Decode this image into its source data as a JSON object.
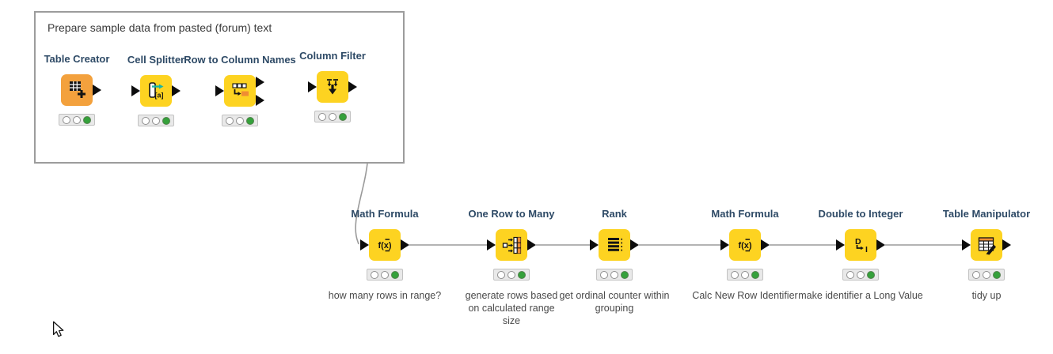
{
  "annotation": {
    "title": "Prepare sample data from pasted (forum) text"
  },
  "nodes": [
    {
      "title": "Table Creator",
      "description": "",
      "icon": "table-creator-icon",
      "status": "executed"
    },
    {
      "title": "Cell Splitter",
      "description": "",
      "icon": "cell-splitter-icon",
      "status": "executed"
    },
    {
      "title": "Row to Column Names",
      "description": "",
      "icon": "row-to-column-names-icon",
      "status": "executed"
    },
    {
      "title": "Column Filter",
      "description": "",
      "icon": "column-filter-icon",
      "status": "executed"
    },
    {
      "title": "Math Formula",
      "description": "how many rows in range?",
      "icon": "math-formula-icon",
      "status": "executed"
    },
    {
      "title": "One Row to Many",
      "description": "generate rows based on calculated range size",
      "icon": "one-row-to-many-icon",
      "status": "executed"
    },
    {
      "title": "Rank",
      "description": "get ordinal counter within grouping",
      "icon": "rank-icon",
      "status": "executed"
    },
    {
      "title": "Math Formula",
      "description": "Calc New Row Identifier",
      "icon": "math-formula-icon",
      "status": "executed"
    },
    {
      "title": "Double to Integer",
      "description": "make identifier a Long Value",
      "icon": "double-to-integer-icon",
      "status": "executed"
    },
    {
      "title": "Table Manipulator",
      "description": "tidy up",
      "icon": "table-manipulator-icon",
      "status": "executed"
    }
  ],
  "colors": {
    "node_yellow": "#fdd321",
    "node_orange": "#f3a13d",
    "icon_orange": "#ef8d33",
    "status_green": "#35a13b",
    "wire_gray": "#9a9a9a",
    "node_title": "#2e4a66",
    "description_text": "#4a4a4a",
    "annotation_border": "#9c9c9c",
    "annotation_text": "#3a3a3a"
  }
}
